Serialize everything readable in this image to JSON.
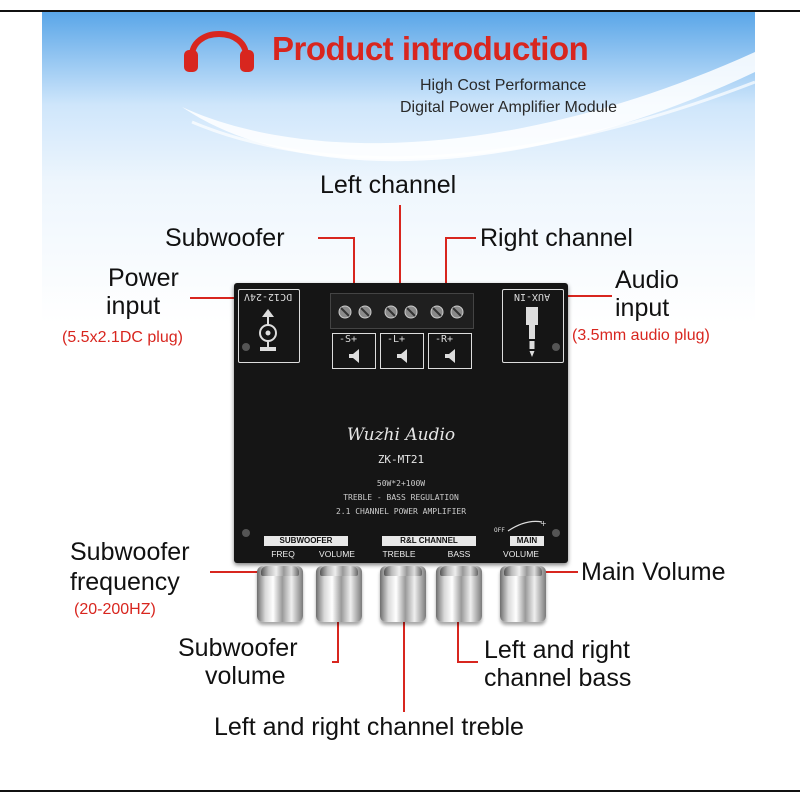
{
  "header": {
    "title": "Product introduction",
    "subtitle_line1": "High Cost Performance",
    "subtitle_line2": "Digital Power Amplifier Module"
  },
  "callouts": {
    "left_channel": "Left channel",
    "subwoofer": "Subwoofer",
    "right_channel": "Right channel",
    "power_input_1": "Power",
    "power_input_2": "input",
    "power_input_note": "(5.5x2.1DC plug)",
    "audio_input_1": "Audio",
    "audio_input_2": "input",
    "audio_input_note": "(3.5mm audio plug)",
    "sub_freq_1": "Subwoofer",
    "sub_freq_2": "frequency",
    "sub_freq_note": "(20-200HZ)",
    "main_volume": "Main Volume",
    "sub_volume_1": "Subwoofer",
    "sub_volume_2": "volume",
    "lr_bass_1": "Left and right",
    "lr_bass_2": "channel bass",
    "lr_treble": "Left and right channel treble"
  },
  "board": {
    "dc_label": "DC12-24V",
    "aux_label": "AUX-IN",
    "terminal_labels": [
      "-S+",
      "-L+",
      "-R+"
    ],
    "brand": "Wuzhi Audio",
    "model": "ZK-MT21",
    "spec_line1": "50W*2+100W",
    "spec_line2": "TREBLE - BASS REGULATION",
    "spec_line3": "2.1 CHANNEL POWER AMPLIFIER",
    "group_subwoofer": "SUBWOOFER",
    "group_rl": "R&L CHANNEL",
    "group_main": "MAIN",
    "off_label": "OFF",
    "knob_labels": [
      "FREQ",
      "VOLUME",
      "TREBLE",
      "BASS",
      "VOLUME"
    ]
  },
  "colors": {
    "accent_red": "#d8261f",
    "board": "#151515"
  }
}
